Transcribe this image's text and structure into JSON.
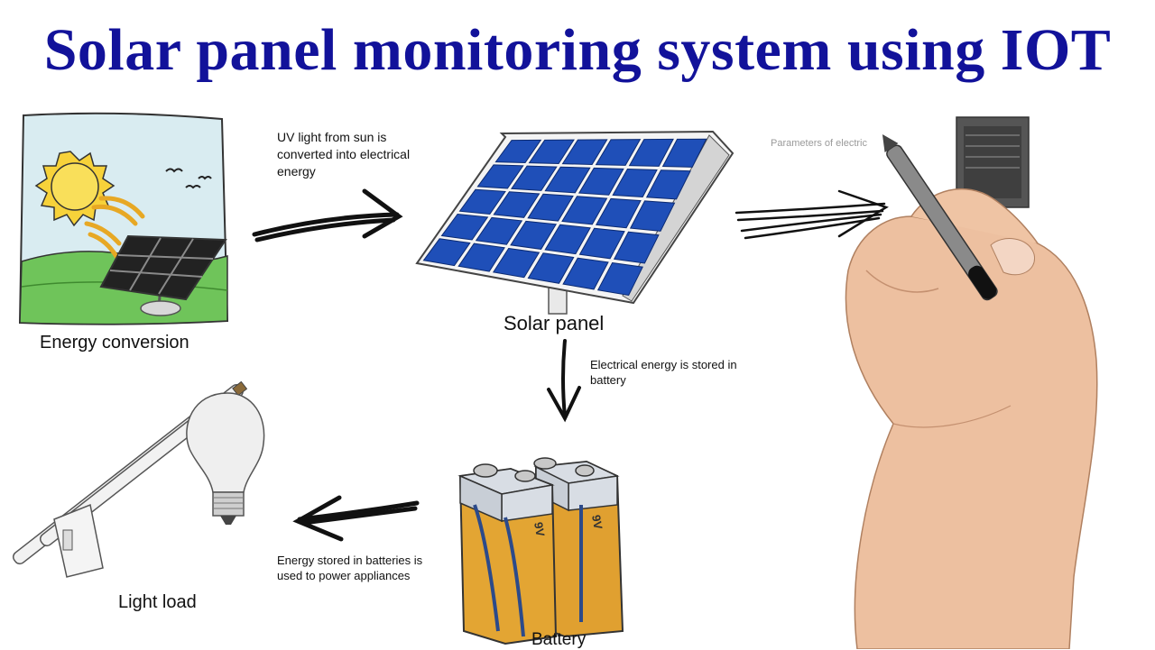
{
  "title": "Solar panel monitoring system using IOT",
  "labels": {
    "energy_conversion": "Energy conversion",
    "solar_panel": "Solar panel",
    "light_load": "Light load",
    "battery": "Battery",
    "battery_mark": "9V"
  },
  "captions": {
    "uv_light": "UV light from sun is converted into electrical energy",
    "stored": "Electrical energy is stored in battery",
    "power": "Energy stored in batteries is used to power appliances",
    "parameters": "Parameters of electric"
  },
  "colors": {
    "title": "#12129a",
    "panel_cell": "#1f4fb8",
    "battery": "#e0a030",
    "grass": "#6fc45a",
    "sun": "#f7d23a"
  },
  "icons": [
    "sun-icon",
    "birds-icon",
    "arrow-icon",
    "solar-panel-icon",
    "battery-icon",
    "bulb-icon",
    "tube-light-icon",
    "switch-icon",
    "server-icon",
    "hand-with-pen-icon"
  ]
}
